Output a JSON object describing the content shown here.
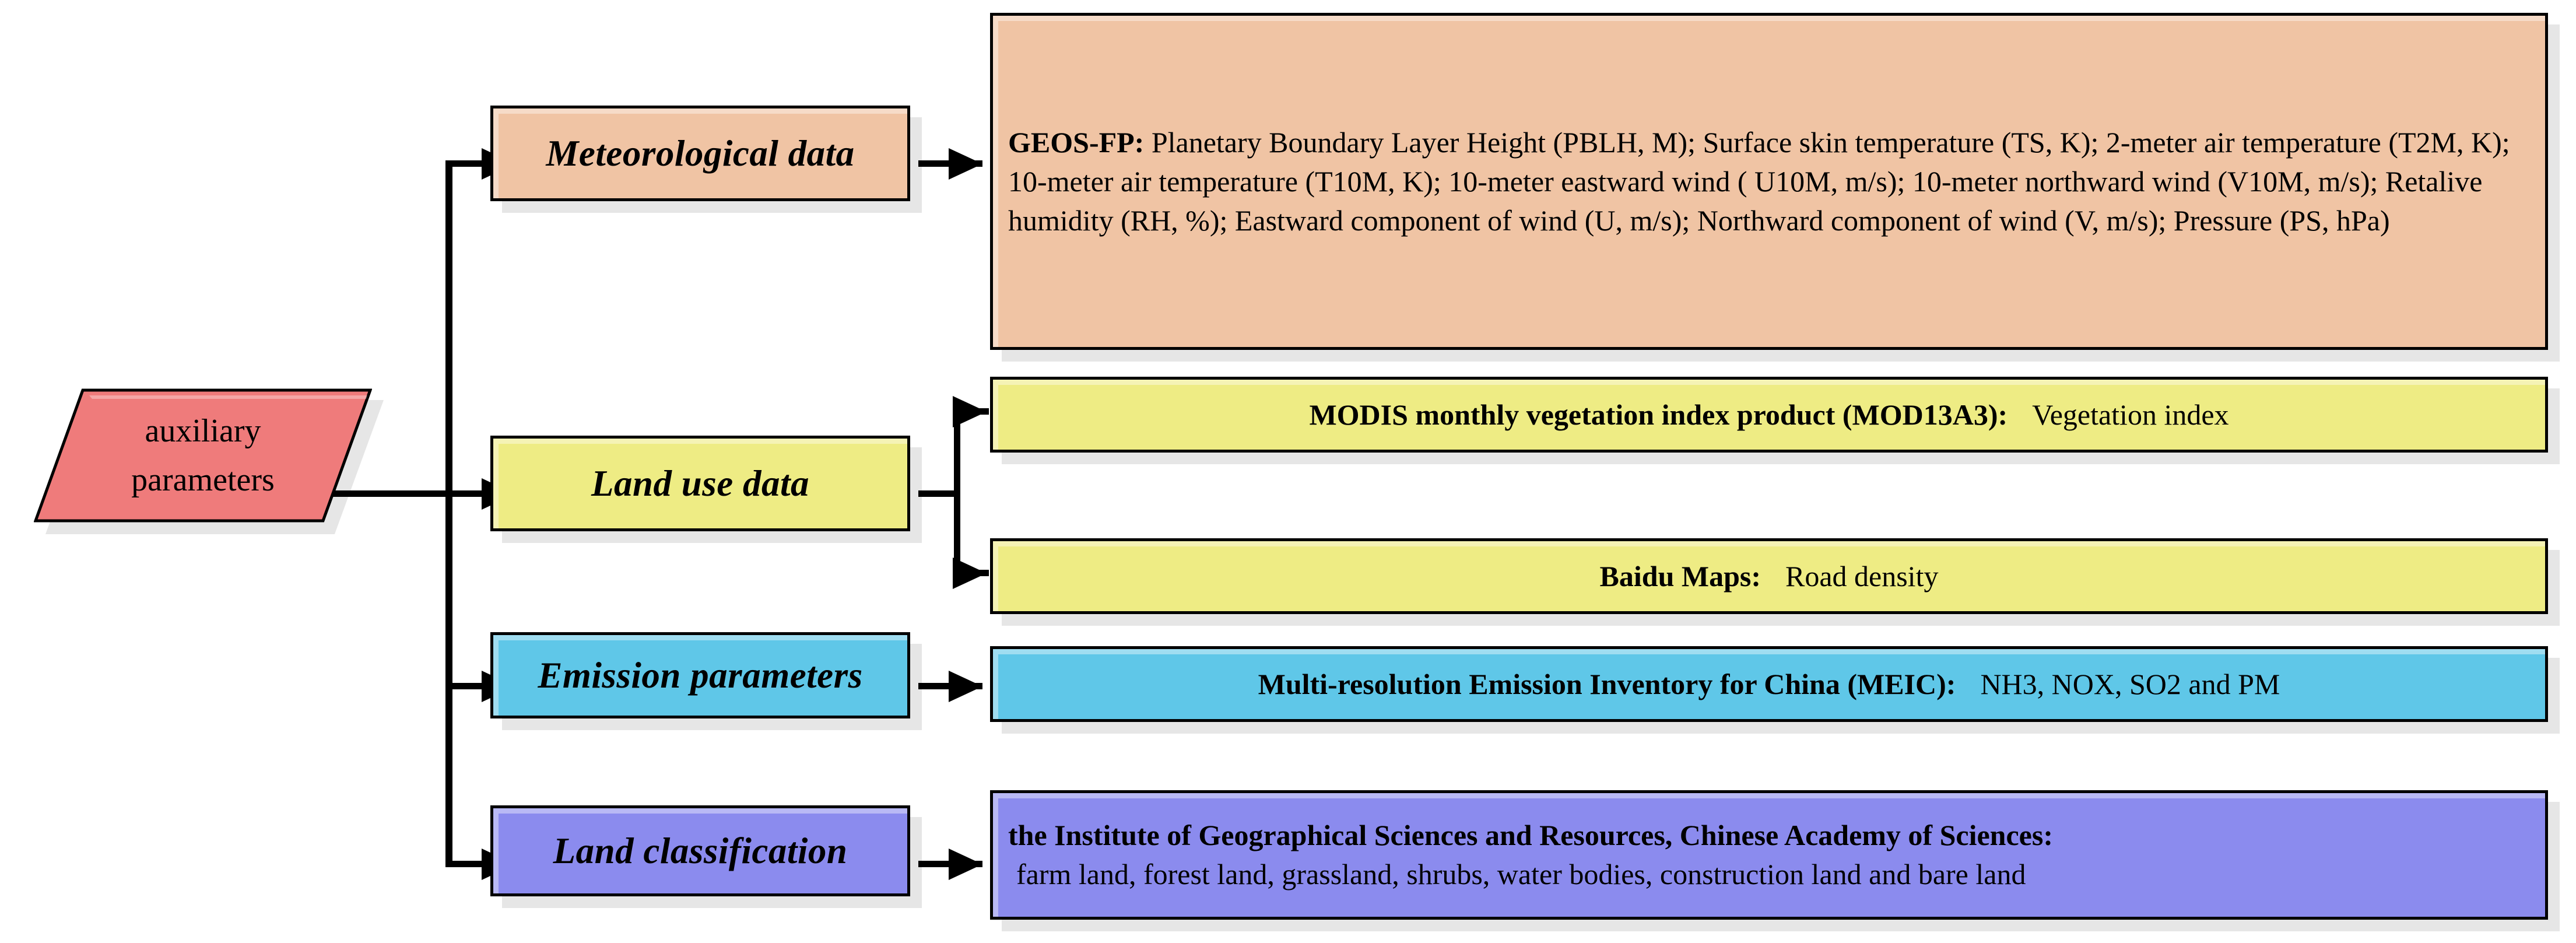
{
  "diagram": {
    "title": "auxiliary parameters data sources",
    "root": {
      "line1": "auxiliary",
      "line2": "parameters"
    },
    "colors": {
      "root_fill": "#ef7b7b",
      "meteorological_fill": "#f0c4a4",
      "land_use_fill": "#eeec84",
      "emission_fill": "#5fc7e8",
      "land_classification_fill": "#8b8bee",
      "border": "#000000",
      "shadow": "#e6e6e6",
      "background": "#ffffff"
    },
    "categories": [
      {
        "key": "meteorological",
        "label": "Meteorological data",
        "fill": "#f0c4a4",
        "details": [
          {
            "source": "GEOS-FP:",
            "values": " Planetary Boundary Layer Height (PBLH, M); Surface skin temperature (TS, K); 2-meter air temperature (T2M, K); 10-meter air temperature (T10M, K); 10-meter eastward wind ( U10M, m/s); 10-meter northward wind (V10M, m/s); Retalive humidity (RH, %); Eastward component of wind (U, m/s); Northward component of wind (V, m/s); Pressure (PS, hPa)",
            "align": "left"
          }
        ]
      },
      {
        "key": "land-use",
        "label": "Land use data",
        "fill": "#eeec84",
        "details": [
          {
            "source": "MODIS monthly vegetation index product (MOD13A3):",
            "values": "Vegetation index",
            "align": "center"
          },
          {
            "source": "Baidu Maps:",
            "values": "Road density",
            "align": "center"
          }
        ]
      },
      {
        "key": "emission",
        "label": "Emission parameters",
        "fill": "#5fc7e8",
        "details": [
          {
            "source": "Multi-resolution Emission Inventory for China (MEIC):",
            "values": "NH3, NOX, SO2 and PM",
            "align": "center"
          }
        ]
      },
      {
        "key": "land-classification",
        "label": "Land classification",
        "fill": "#8b8bee",
        "details": [
          {
            "source": "the Institute of Geographical Sciences and Resources, Chinese Academy of Sciences:",
            "values": "farm land, forest land, grassland, shrubs, water bodies, construction land and bare land",
            "align": "left"
          }
        ]
      }
    ]
  }
}
